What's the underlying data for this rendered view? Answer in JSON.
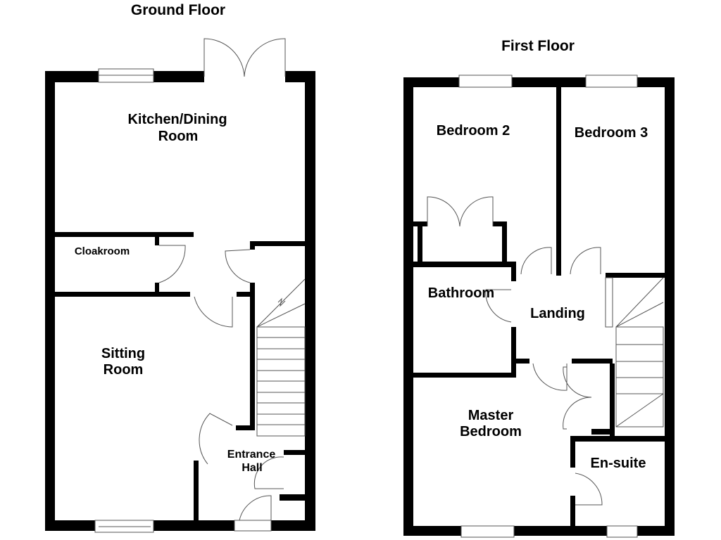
{
  "ground_floor": {
    "title": "Ground Floor",
    "rooms": {
      "kitchen_line1": "Kitchen/Dining",
      "kitchen_line2": "Room",
      "cloakroom": "Cloakroom",
      "sitting_line1": "Sitting",
      "sitting_line2": "Room",
      "hall_line1": "Entrance",
      "hall_line2": "Hall"
    }
  },
  "first_floor": {
    "title": "First Floor",
    "rooms": {
      "bedroom2": "Bedroom 2",
      "bedroom3": "Bedroom 3",
      "bathroom": "Bathroom",
      "landing": "Landing",
      "master_line1": "Master",
      "master_line2": "Bedroom",
      "ensuite": "En-suite"
    }
  }
}
